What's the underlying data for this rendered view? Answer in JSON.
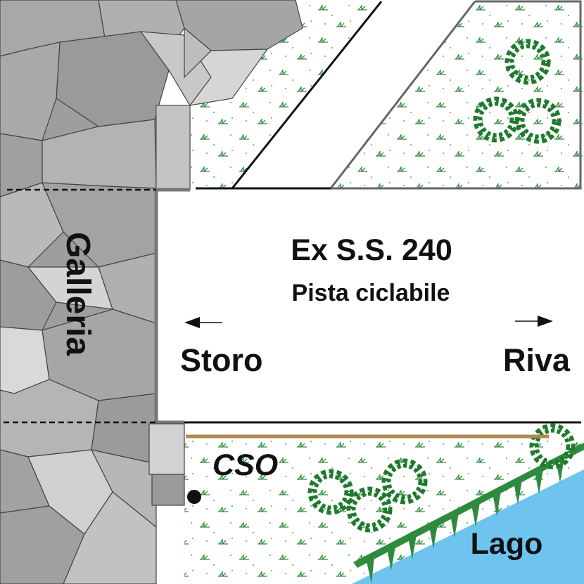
{
  "road": {
    "name": "Ex S.S. 240",
    "subtitle": "Pista ciclabile"
  },
  "directions": {
    "left": "Storo",
    "right": "Riva"
  },
  "labels": {
    "tunnel": "Galleria",
    "sensor": "CSO",
    "lake": "Lago"
  },
  "colors": {
    "rock_dark": "#9e9e9e",
    "rock_mid": "#b4b4b4",
    "rock_light": "#d6d6d6",
    "lake": "#6ec3ef",
    "vegetation": "#1f7a2e",
    "grass": "#2e8b3e",
    "railing": "#b08850",
    "wall": "#777777"
  },
  "icons": [
    "arrow-left-icon",
    "arrow-right-icon",
    "shrub-icon",
    "grass-tuft-icon",
    "sensor-dot-icon"
  ]
}
